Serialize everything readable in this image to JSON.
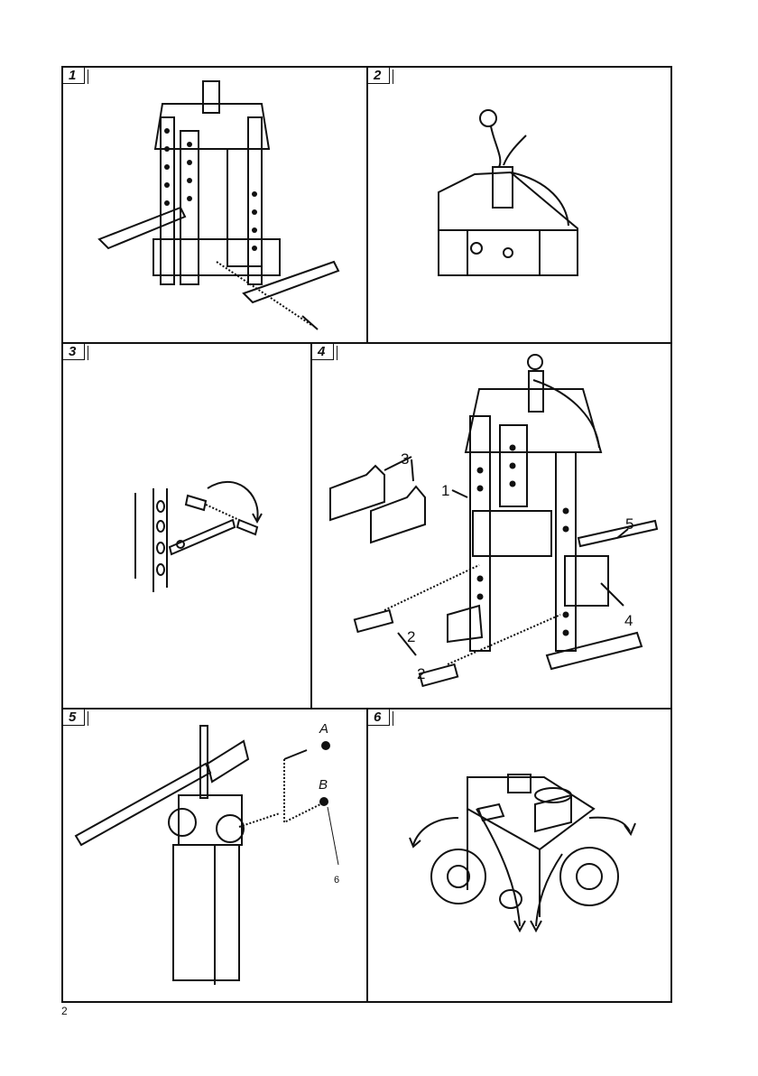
{
  "page": {
    "number": "2"
  },
  "figures": [
    {
      "id": "fig-1",
      "number": "1",
      "callouts": []
    },
    {
      "id": "fig-2",
      "number": "2",
      "callouts": []
    },
    {
      "id": "fig-3",
      "number": "3",
      "callouts": []
    },
    {
      "id": "fig-4",
      "number": "4",
      "callouts": [
        "1",
        "2",
        "3",
        "4",
        "5"
      ]
    },
    {
      "id": "fig-5",
      "number": "5",
      "callouts": [
        "A",
        "B",
        "6"
      ]
    },
    {
      "id": "fig-6",
      "number": "6",
      "callouts": []
    }
  ]
}
